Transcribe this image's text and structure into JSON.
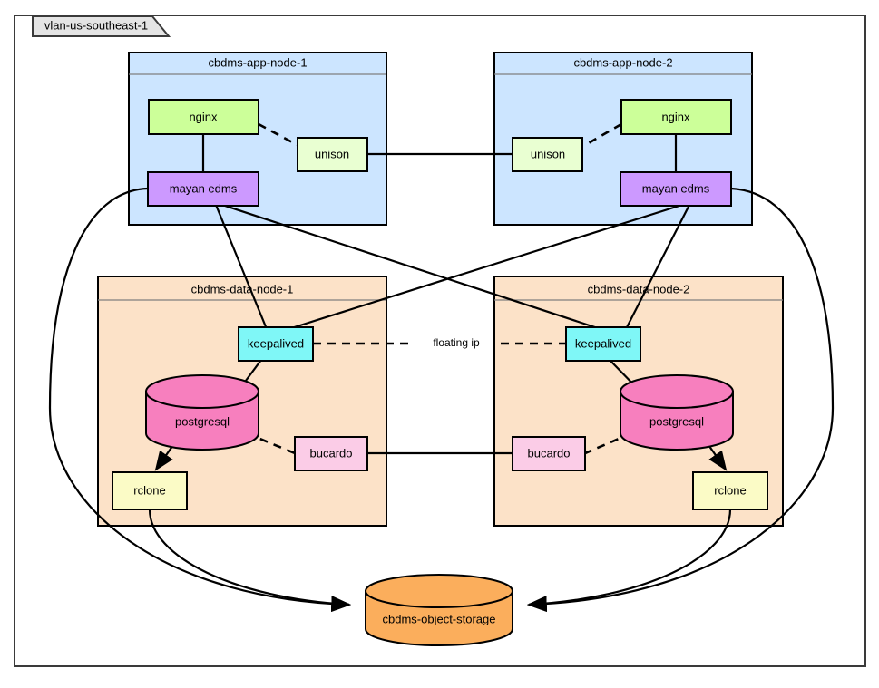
{
  "frame": {
    "tab_label": "vlan-us-southeast-1"
  },
  "groups": [
    {
      "id": "app-node-1",
      "title": "cbdms-app-node-1",
      "fill": "#CCE5FF"
    },
    {
      "id": "app-node-2",
      "title": "cbdms-app-node-2",
      "fill": "#CCE5FF"
    },
    {
      "id": "data-node-1",
      "title": "cbdms-data-node-1",
      "fill": "#FCE2C8"
    },
    {
      "id": "data-node-2",
      "title": "cbdms-data-node-2",
      "fill": "#FCE2C8"
    }
  ],
  "nodes": {
    "nginx_1": {
      "label": "nginx",
      "fill": "#CCFF99"
    },
    "nginx_2": {
      "label": "nginx",
      "fill": "#CCFF99"
    },
    "unison_1": {
      "label": "unison",
      "fill": "#E9FFD2"
    },
    "unison_2": {
      "label": "unison",
      "fill": "#E9FFD2"
    },
    "mayan_1": {
      "label": "mayan edms",
      "fill": "#CC99FF"
    },
    "mayan_2": {
      "label": "mayan edms",
      "fill": "#CC99FF"
    },
    "keepalived_1": {
      "label": "keepalived",
      "fill": "#7FF7F7"
    },
    "keepalived_2": {
      "label": "keepalived",
      "fill": "#7FF7F7"
    },
    "postgresql_1": {
      "label": "postgresql",
      "fill": "#F77FBE"
    },
    "postgresql_2": {
      "label": "postgresql",
      "fill": "#F77FBE"
    },
    "bucardo_1": {
      "label": "bucardo",
      "fill": "#FBCCE7"
    },
    "bucardo_2": {
      "label": "bucardo",
      "fill": "#FBCCE7"
    },
    "rclone_1": {
      "label": "rclone",
      "fill": "#FBFBC6"
    },
    "rclone_2": {
      "label": "rclone",
      "fill": "#FBFBC6"
    },
    "object_storage": {
      "label": "cbdms-object-storage",
      "fill": "#FBAE5C"
    }
  },
  "edges": {
    "floating_ip_label": "floating ip"
  }
}
